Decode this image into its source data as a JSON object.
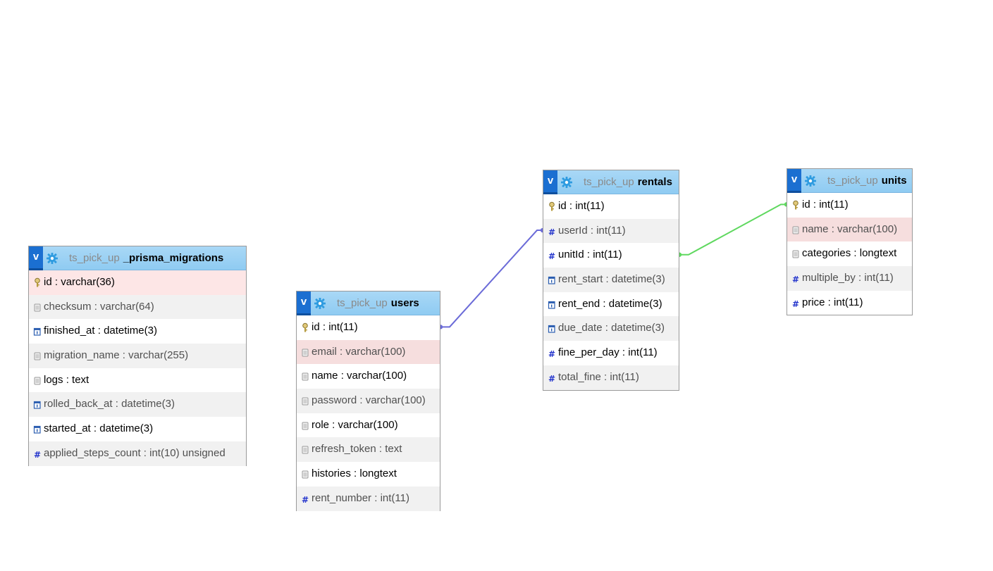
{
  "tables": [
    {
      "db": "ts_pick_up",
      "name": "_prisma_migrations",
      "toggle": "v",
      "fields": [
        {
          "name": "id",
          "type": "varchar(36)",
          "kind": "key",
          "style": "pk-hl"
        },
        {
          "name": "checksum",
          "type": "varchar(64)",
          "kind": "text",
          "style": "alt"
        },
        {
          "name": "finished_at",
          "type": "datetime(3)",
          "kind": "date",
          "style": "plain"
        },
        {
          "name": "migration_name",
          "type": "varchar(255)",
          "kind": "text",
          "style": "alt"
        },
        {
          "name": "logs",
          "type": "text",
          "kind": "text",
          "style": "plain"
        },
        {
          "name": "rolled_back_at",
          "type": "datetime(3)",
          "kind": "date",
          "style": "alt"
        },
        {
          "name": "started_at",
          "type": "datetime(3)",
          "kind": "date",
          "style": "plain"
        },
        {
          "name": "applied_steps_count",
          "type": "int(10) unsigned",
          "kind": "number",
          "style": "alt"
        }
      ]
    },
    {
      "db": "ts_pick_up",
      "name": "users",
      "toggle": "v",
      "fields": [
        {
          "name": "id",
          "type": "int(11)",
          "kind": "key",
          "style": "plain"
        },
        {
          "name": "email",
          "type": "varchar(100)",
          "kind": "text",
          "style": "hl"
        },
        {
          "name": "name",
          "type": "varchar(100)",
          "kind": "text",
          "style": "plain"
        },
        {
          "name": "password",
          "type": "varchar(100)",
          "kind": "text",
          "style": "alt"
        },
        {
          "name": "role",
          "type": "varchar(100)",
          "kind": "text",
          "style": "plain"
        },
        {
          "name": "refresh_token",
          "type": "text",
          "kind": "text",
          "style": "alt"
        },
        {
          "name": "histories",
          "type": "longtext",
          "kind": "text",
          "style": "plain"
        },
        {
          "name": "rent_number",
          "type": "int(11)",
          "kind": "number",
          "style": "alt"
        }
      ]
    },
    {
      "db": "ts_pick_up",
      "name": "rentals",
      "toggle": "v",
      "fields": [
        {
          "name": "id",
          "type": "int(11)",
          "kind": "key",
          "style": "plain"
        },
        {
          "name": "userId",
          "type": "int(11)",
          "kind": "number",
          "style": "alt"
        },
        {
          "name": "unitId",
          "type": "int(11)",
          "kind": "number",
          "style": "plain"
        },
        {
          "name": "rent_start",
          "type": "datetime(3)",
          "kind": "date",
          "style": "alt"
        },
        {
          "name": "rent_end",
          "type": "datetime(3)",
          "kind": "date",
          "style": "plain"
        },
        {
          "name": "due_date",
          "type": "datetime(3)",
          "kind": "date",
          "style": "alt"
        },
        {
          "name": "fine_per_day",
          "type": "int(11)",
          "kind": "number",
          "style": "plain"
        },
        {
          "name": "total_fine",
          "type": "int(11)",
          "kind": "number",
          "style": "alt"
        }
      ]
    },
    {
      "db": "ts_pick_up",
      "name": "units",
      "toggle": "v",
      "fields": [
        {
          "name": "id",
          "type": "int(11)",
          "kind": "key",
          "style": "plain"
        },
        {
          "name": "name",
          "type": "varchar(100)",
          "kind": "text",
          "style": "hl"
        },
        {
          "name": "categories",
          "type": "longtext",
          "kind": "text",
          "style": "plain"
        },
        {
          "name": "multiple_by",
          "type": "int(11)",
          "kind": "number",
          "style": "alt"
        },
        {
          "name": "price",
          "type": "int(11)",
          "kind": "number",
          "style": "plain"
        }
      ]
    }
  ],
  "relations": [
    {
      "from": "users.id",
      "to": "rentals.userId",
      "color": "#6b6bd8"
    },
    {
      "from": "rentals.unitId",
      "to": "units.id",
      "color": "#5fd85f"
    }
  ],
  "colors": {
    "header": "#9dd2f4",
    "toggle": "#1b6fd1",
    "gear": "#2e9be0",
    "highlight_row": "#f6dede",
    "alt_row": "#f1f1f1"
  }
}
